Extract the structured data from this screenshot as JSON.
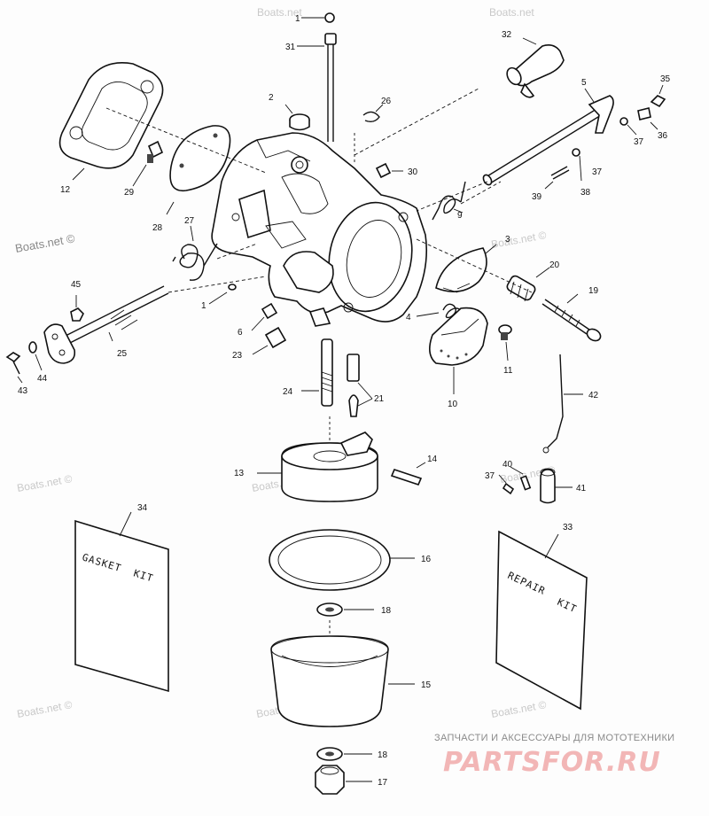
{
  "callouts": {
    "n1": "1",
    "n1b": "1",
    "n2": "2",
    "n3": "3",
    "n4": "4",
    "n5": "5",
    "n6": "6",
    "n9": "9",
    "n10": "10",
    "n11": "11",
    "n12": "12",
    "n13": "13",
    "n14": "14",
    "n15": "15",
    "n16": "16",
    "n17": "17",
    "n18a": "18",
    "n18b": "18",
    "n19": "19",
    "n20": "20",
    "n21": "21",
    "n23": "23",
    "n24": "24",
    "n25": "25",
    "n26": "26",
    "n27": "27",
    "n28": "28",
    "n29": "29",
    "n30": "30",
    "n31": "31",
    "n32": "32",
    "n33": "33",
    "n34": "34",
    "n35": "35",
    "n36": "36",
    "n37a": "37",
    "n37b": "37",
    "n37c": "37",
    "n38": "38",
    "n39": "39",
    "n40": "40",
    "n41": "41",
    "n42": "42",
    "n43": "43",
    "n44": "44",
    "n45": "45"
  },
  "kits": {
    "gasket_kit_line1": "GASKET",
    "gasket_kit_line2": "KIT",
    "repair_kit_line1": "REPAIR",
    "repair_kit_line2": "KIT"
  },
  "watermarks": {
    "boats": "Boats.net ©",
    "boats_trunc": "Boats.net"
  },
  "brand": {
    "subtitle": "ЗАПЧАСТИ И АКСЕССУАРЫ ДЛЯ МОТОТЕХНИКИ",
    "logo": "PARTSFOR.RU"
  },
  "colors": {
    "ink": "#111111",
    "watermark": "#c9c9c9",
    "logo": "#f2b6b6"
  }
}
